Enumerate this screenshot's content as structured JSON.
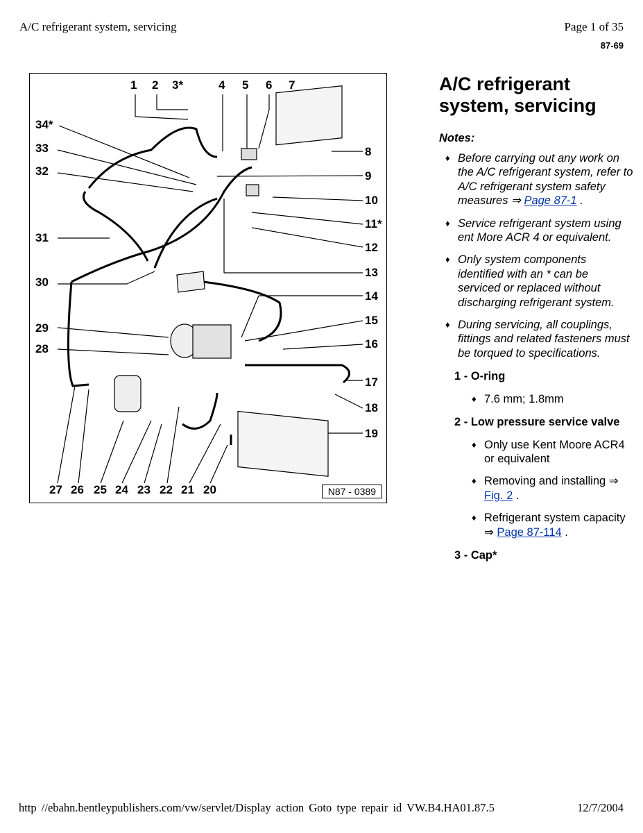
{
  "header": {
    "doc_title": "A/C refrigerant system, servicing",
    "page_of": "Page 1 of 35",
    "page_code": "87-69"
  },
  "figure": {
    "code": "N87 - 0389",
    "callouts": {
      "c1": "1",
      "c2": "2",
      "c3": "3*",
      "c4": "4",
      "c5": "5",
      "c6": "6",
      "c7": "7",
      "c8": "8",
      "c9": "9",
      "c10": "10",
      "c11": "11*",
      "c12": "12",
      "c13": "13",
      "c14": "14",
      "c15": "15",
      "c16": "16",
      "c17": "17",
      "c18": "18",
      "c19": "19",
      "c20": "20",
      "c21": "21",
      "c22": "22",
      "c23": "23",
      "c24": "24",
      "c25": "25",
      "c26": "26",
      "c27": "27",
      "c28": "28",
      "c29": "29",
      "c30": "30",
      "c31": "31",
      "c32": "32",
      "c33": "33",
      "c34": "34*"
    }
  },
  "content": {
    "title": "A/C refrigerant system, servicing",
    "notes_heading": "Notes:",
    "notes": [
      {
        "pre": "Before carrying out any work on the A/C refrigerant system, refer to A/C refrigerant system safety measures ⇒ ",
        "link": "Page 87-1",
        "post": " ."
      },
      {
        "text": "Service refrigerant system using   ent More ACR 4 or equivalent."
      },
      {
        "text": "Only system components identified with an * can be serviced or replaced without discharging refrigerant system."
      },
      {
        "text": "During servicing, all couplings, fittings and related fasteners must be torqued to specifications."
      }
    ],
    "items": [
      {
        "label": "1 - O-ring"
      },
      {
        "label": "2 - Low pressure service valve"
      },
      {
        "label": "3 - Cap*"
      }
    ],
    "item1_subs": [
      {
        "text": "7.6 mm; 1.8mm"
      }
    ],
    "item2_subs": [
      {
        "text": "Only use Kent Moore ACR4 or equivalent"
      },
      {
        "pre": "Removing and installing ⇒ ",
        "link": "Fig. 2",
        "post": " ."
      },
      {
        "pre": "Refrigerant system capacity ⇒ ",
        "link": "Page 87-114",
        "post": " ."
      }
    ],
    "bullet_glyph": "♦"
  },
  "footer": {
    "url": "http //ebahn.bentleypublishers.com/vw/servlet/Display action Goto type repair id VW.B4.HA01.87.5",
    "date": "12/7/2004"
  }
}
